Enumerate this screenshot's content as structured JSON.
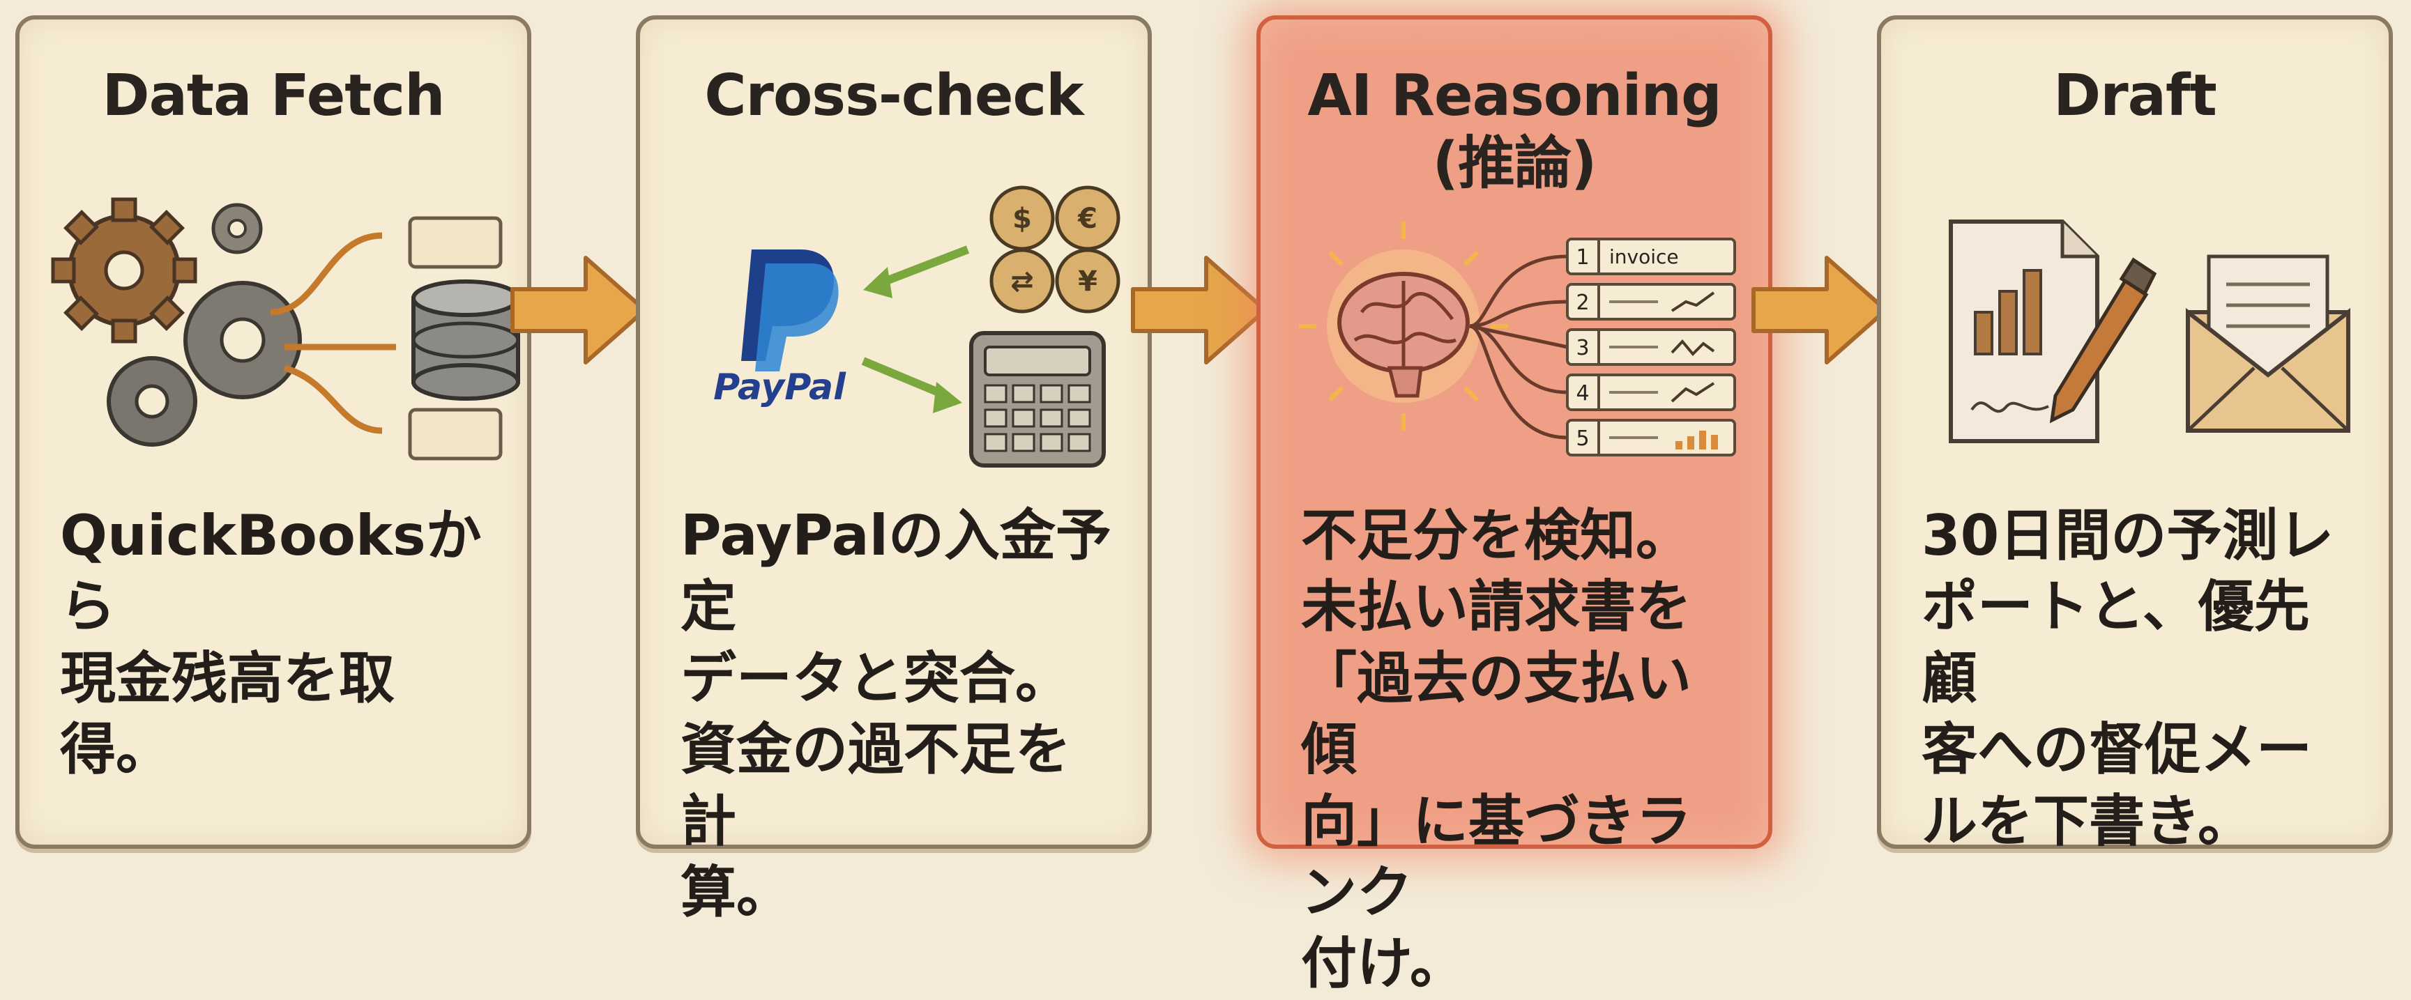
{
  "steps": [
    {
      "title": "Data Fetch",
      "body": "QuickBooksから\n現金残高を取得。"
    },
    {
      "title": "Cross-check",
      "body": "PayPalの入金予定\nデータと突合。\n資金の過不足を計\n算。",
      "paypal_logo": "PayPal"
    },
    {
      "title": "AI Reasoning\n(推論)",
      "body": "不足分を検知。\n未払い請求書を\n「過去の支払い傾\n向」に基づきランク\n付け。",
      "ranking": [
        "1",
        "2",
        "3",
        "4",
        "5"
      ],
      "first_item_label": "invoice"
    },
    {
      "title": "Draft",
      "body": "30日間の予測レ\nポートと、優先顧\n客への督促メー\nルを下書き。"
    }
  ],
  "currency_symbols": [
    "$",
    "€",
    "⇄",
    "¥"
  ],
  "colors": {
    "card_bg": "#f6ecd4",
    "highlight_bg": "#ef9f85",
    "arrow": "#e7a64a",
    "text": "#241e1a"
  }
}
